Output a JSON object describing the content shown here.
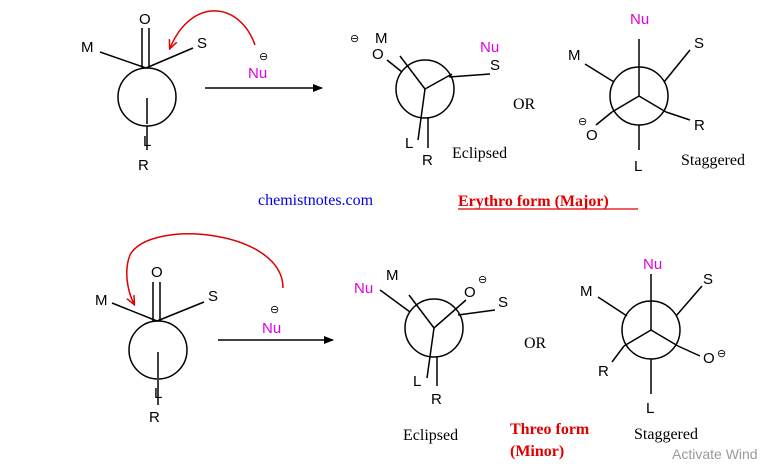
{
  "labels": {
    "M": "M",
    "S": "S",
    "L": "L",
    "R": "R",
    "O": "O",
    "Nu": "Nu",
    "neg": "⊖",
    "or": "OR",
    "eclipsed": "Eclipsed",
    "staggered": "Staggered"
  },
  "website": "chemistnotes.com",
  "erythro": "Erythro form (Major)",
  "threo_line1": "Threo form",
  "threo_line2": "(Minor)",
  "watermark": "Activate Wind",
  "colors": {
    "nucleophile": "#e000e0",
    "curved_arrow": "#e00000",
    "form_label": "#e00000",
    "website": "#0000ee"
  }
}
